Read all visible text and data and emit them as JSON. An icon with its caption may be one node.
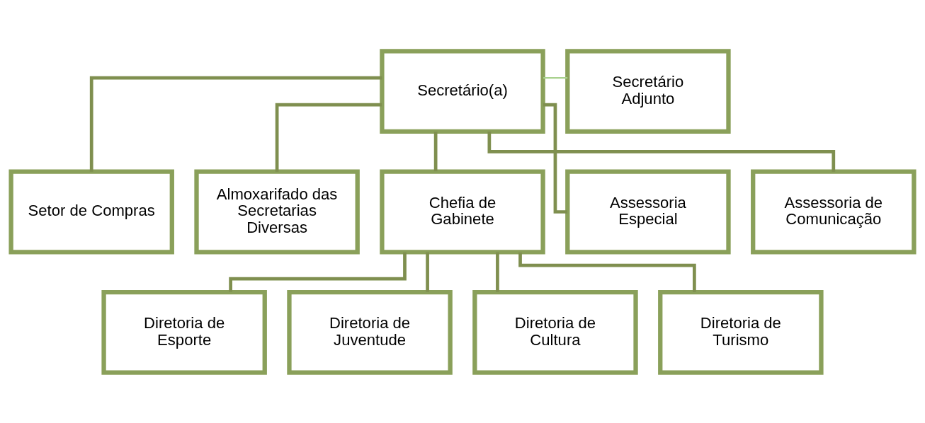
{
  "diagram": {
    "nodes": [
      {
        "text": [
          "Secretário(a)"
        ]
      },
      {
        "text": [
          "Secretário Adjunto"
        ]
      },
      {
        "text": [
          "Setor de Compras"
        ]
      },
      {
        "text": [
          "Almoxarifado das Secretarias Diversas"
        ]
      },
      {
        "text": [
          "Chefia de Gabinete"
        ]
      },
      {
        "text": [
          "Assessoria Especial"
        ]
      },
      {
        "text": [
          "Assessoria de Comunicação"
        ]
      },
      {
        "text": [
          "Diretoria de Esporte"
        ]
      },
      {
        "text": [
          "Diretoria de Juventude"
        ]
      },
      {
        "text": [
          "Diretoria de Cultura"
        ]
      },
      {
        "text": [
          "Diretoria de Turismo"
        ]
      }
    ],
    "edges": [
      {
        "from": 0,
        "to": 1,
        "arrow": "none",
        "color": "#a9d18e"
      },
      {
        "from": 0,
        "to": 2,
        "arrow": "none"
      },
      {
        "from": 0,
        "to": 3,
        "arrow": "none"
      },
      {
        "from": 0,
        "to": 4,
        "arrow": "none"
      },
      {
        "from": 0,
        "to": 5,
        "arrow": "none"
      },
      {
        "from": 0,
        "to": 6,
        "arrow": "none"
      },
      {
        "from": 4,
        "to": 7,
        "arrow": "none"
      },
      {
        "from": 4,
        "to": 8,
        "arrow": "none"
      },
      {
        "from": 4,
        "to": 9,
        "arrow": "none"
      },
      {
        "from": 4,
        "to": 10,
        "arrow": "none"
      }
    ]
  }
}
